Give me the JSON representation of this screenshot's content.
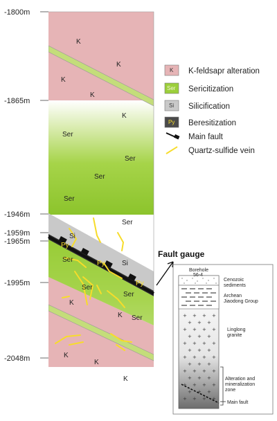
{
  "depths": [
    "-1800m",
    "-1865m",
    "-1946m",
    "-1959m",
    "-1965m",
    "-1995m",
    "-2048m"
  ],
  "legend": [
    {
      "symbol": "K",
      "label": "K-feldsapr alteration",
      "color": "#e6b4b6"
    },
    {
      "symbol": "Ser",
      "label": "Sericitization",
      "color": "#9ccf3b"
    },
    {
      "symbol": "Si",
      "label": "Silicification",
      "color": "#c9c9c9"
    },
    {
      "symbol": "Py",
      "label": "Beresitization",
      "color": "#4a4a4a"
    },
    {
      "symbol": "",
      "label": "Main fault"
    },
    {
      "symbol": "",
      "label": "Quartz-sulfide vein"
    }
  ],
  "zone_labels": {
    "K": "K",
    "Ser": "Ser",
    "Si": "Si",
    "Py": "Py"
  },
  "fault_gauge_label": "Fault gauge",
  "inset": {
    "borehole_line1": "Borehole",
    "borehole_line2": "56-4",
    "cenozoic_line1": "Cenozoic",
    "cenozoic_line2": "sediments",
    "archean_line1": "Archean",
    "archean_line2": "Jiaodong Group",
    "linglong_line1": "Linglong",
    "linglong_line2": "granite",
    "alteration_line1": "Alteration and",
    "alteration_line2": "mineralization",
    "alteration_line3": "zone",
    "main_fault": "Main fault"
  },
  "colors": {
    "k_zone": "#e6b4b6",
    "ser_zone": "#9ccf3b",
    "si_zone": "#c9c9c9",
    "py_zone": "#3a3a3a",
    "vein": "#f7dc2a"
  }
}
